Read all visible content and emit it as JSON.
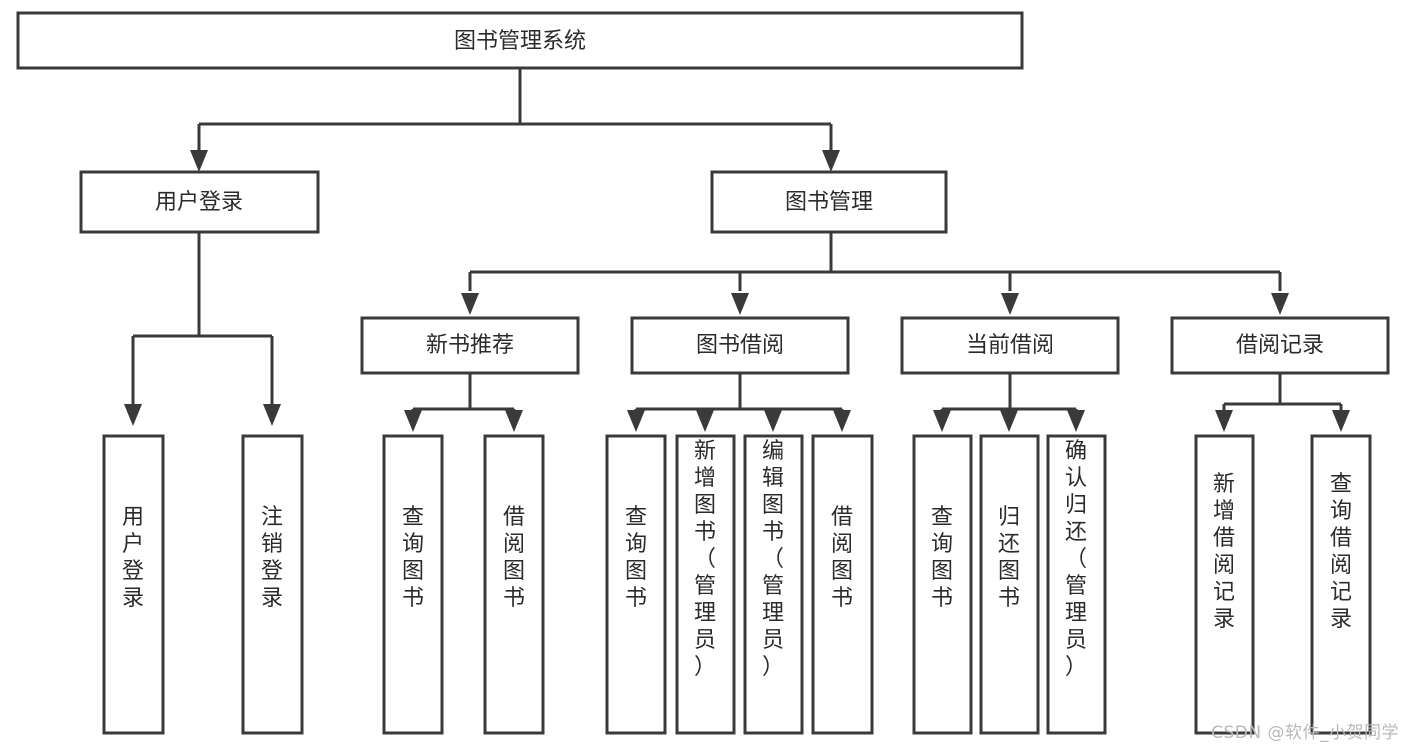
{
  "diagram": {
    "type": "tree-hierarchy-chart",
    "title": "图书管理系统",
    "colors": {
      "box_stroke": "#3a3a3a",
      "box_fill": "#ffffff",
      "edge": "#3a3a3a",
      "text": "#2b2b2b",
      "background": "#ffffff",
      "watermark": "#b9b9b9"
    },
    "watermark": "CSDN @软件_小贺同学",
    "levels": {
      "root": {
        "label": "图书管理系统"
      },
      "level2": [
        {
          "id": "user-login",
          "label": "用户登录"
        },
        {
          "id": "book-manage",
          "label": "图书管理"
        }
      ],
      "level3": [
        {
          "id": "new-book-recommend",
          "label": "新书推荐",
          "parent": "book-manage"
        },
        {
          "id": "book-borrow",
          "label": "图书借阅",
          "parent": "book-manage"
        },
        {
          "id": "current-borrow",
          "label": "当前借阅",
          "parent": "book-manage"
        },
        {
          "id": "borrow-record",
          "label": "借阅记录",
          "parent": "book-manage"
        }
      ],
      "leaves": [
        {
          "id": "leaf-user-login",
          "label": "用户登录",
          "parent": "user-login"
        },
        {
          "id": "leaf-logout-login",
          "label": "注销登录",
          "parent": "user-login"
        },
        {
          "id": "leaf-query-book-1",
          "label": "查询图书",
          "parent": "new-book-recommend"
        },
        {
          "id": "leaf-borrow-book-1",
          "label": "借阅图书",
          "parent": "new-book-recommend"
        },
        {
          "id": "leaf-query-book-2",
          "label": "查询图书",
          "parent": "book-borrow"
        },
        {
          "id": "leaf-add-book",
          "label": "新增图书（管理员）",
          "parent": "book-borrow"
        },
        {
          "id": "leaf-edit-book",
          "label": "编辑图书（管理员）",
          "parent": "book-borrow"
        },
        {
          "id": "leaf-borrow-book-2",
          "label": "借阅图书",
          "parent": "book-borrow"
        },
        {
          "id": "leaf-query-book-3",
          "label": "查询图书",
          "parent": "current-borrow"
        },
        {
          "id": "leaf-return-book",
          "label": "归还图书",
          "parent": "current-borrow"
        },
        {
          "id": "leaf-confirm-return",
          "label": "确认归还（管理员）",
          "parent": "current-borrow"
        },
        {
          "id": "leaf-add-record",
          "label": "新增借阅记录",
          "parent": "borrow-record"
        },
        {
          "id": "leaf-query-record",
          "label": "查询借阅记录",
          "parent": "borrow-record"
        }
      ]
    }
  }
}
